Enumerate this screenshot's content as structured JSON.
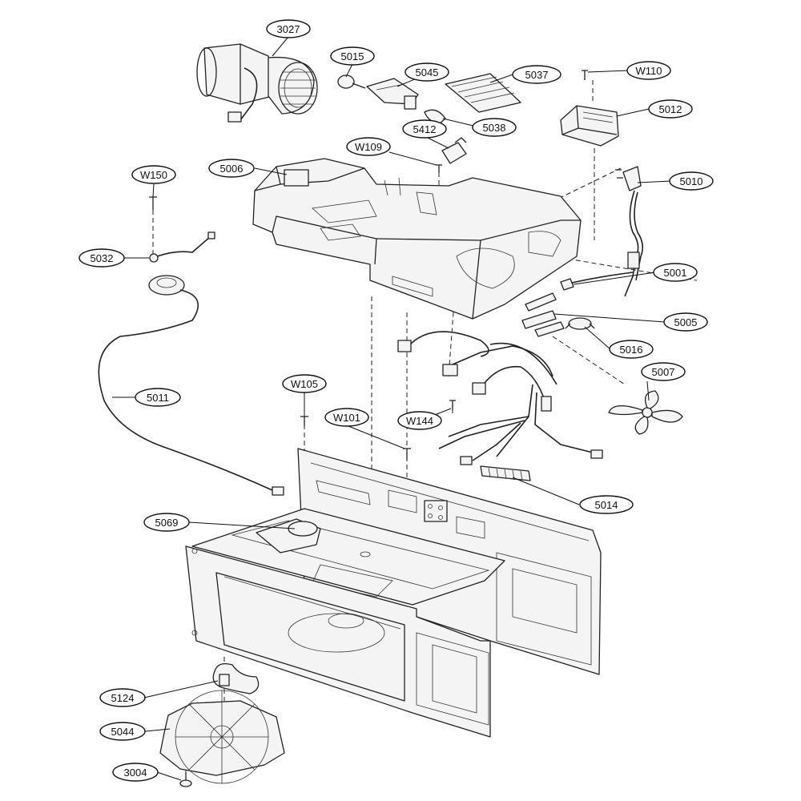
{
  "labels": {
    "3027": "3027",
    "5015": "5015",
    "5045": "5045",
    "5037": "5037",
    "W110": "W110",
    "5412": "5412",
    "5038": "5038",
    "5012": "5012",
    "W109": "W109",
    "5006": "5006",
    "W150": "W150",
    "5010": "5010",
    "5032": "5032",
    "5001": "5001",
    "5005": "5005",
    "5016": "5016",
    "5007": "5007",
    "5011": "5011",
    "W105": "W105",
    "W101": "W101",
    "W144": "W144",
    "5014": "5014",
    "5069": "5069",
    "5124": "5124",
    "5044": "5044",
    "3004": "3004"
  }
}
